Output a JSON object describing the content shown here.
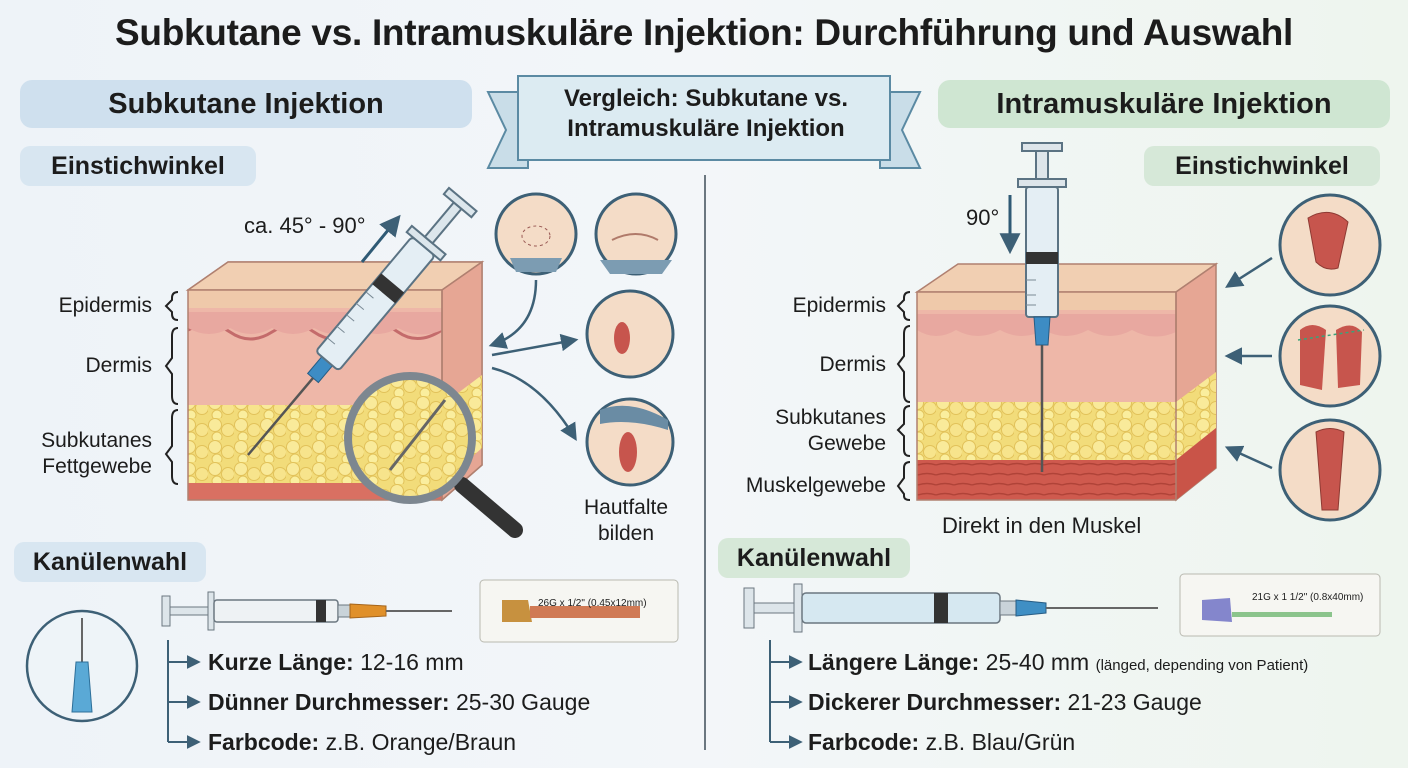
{
  "title": "Subkutane vs. Intramuskuläre Injektion: Durchführung und Auswahl",
  "ribbon": {
    "line1": "Vergleich: Subkutane vs.",
    "line2": "Intramuskuläre Injektion"
  },
  "left": {
    "header": "Subkutane Injektion",
    "angle_heading": "Einstichwinkel",
    "angle_value": "ca. 45° - 90°",
    "layers": {
      "epidermis": "Epidermis",
      "dermis": "Dermis",
      "fat_line1": "Subkutanes",
      "fat_line2": "Fettgewebe"
    },
    "skin_fold_line1": "Hautfalte",
    "skin_fold_line2": "bilden",
    "needle_heading": "Kanülenwahl",
    "package_label": "26G x 1/2\" (0.45x12mm)",
    "specs": [
      {
        "key": "Kurze Länge:",
        "value": "12-16 mm"
      },
      {
        "key": "Dünner Durchmesser:",
        "value": "25-30 Gauge"
      },
      {
        "key": "Farbcode:",
        "value": "z.B. Orange/Braun"
      }
    ],
    "colors": {
      "banner": "#cfe0ee",
      "hub": "#e0902a"
    }
  },
  "right": {
    "header": "Intramuskuläre Injektion",
    "angle_heading": "Einstichwinkel",
    "angle_value": "90°",
    "layers": {
      "epidermis": "Epidermis",
      "dermis": "Dermis",
      "fat_line1": "Subkutanes",
      "fat_line2": "Gewebe",
      "muscle": "Muskelgewebe"
    },
    "caption": "Direkt in den Muskel",
    "needle_heading": "Kanülenwahl",
    "package_label": "21G x 1 1/2\" (0.8x40mm)",
    "specs": [
      {
        "key": "Längere Länge:",
        "value": "25-40 mm",
        "note": "(länged, depending von Patient)"
      },
      {
        "key": "Dickerer Durchmesser:",
        "value": "21-23 Gauge"
      },
      {
        "key": "Farbcode:",
        "value": "z.B. Blau/Grün"
      }
    ],
    "colors": {
      "banner": "#cfe6d2",
      "hub": "#3f8fc4"
    }
  },
  "icons": [
    "syringe-icon",
    "magnifier-icon",
    "arrow-icon",
    "needle-icon",
    "body-site-icon"
  ]
}
